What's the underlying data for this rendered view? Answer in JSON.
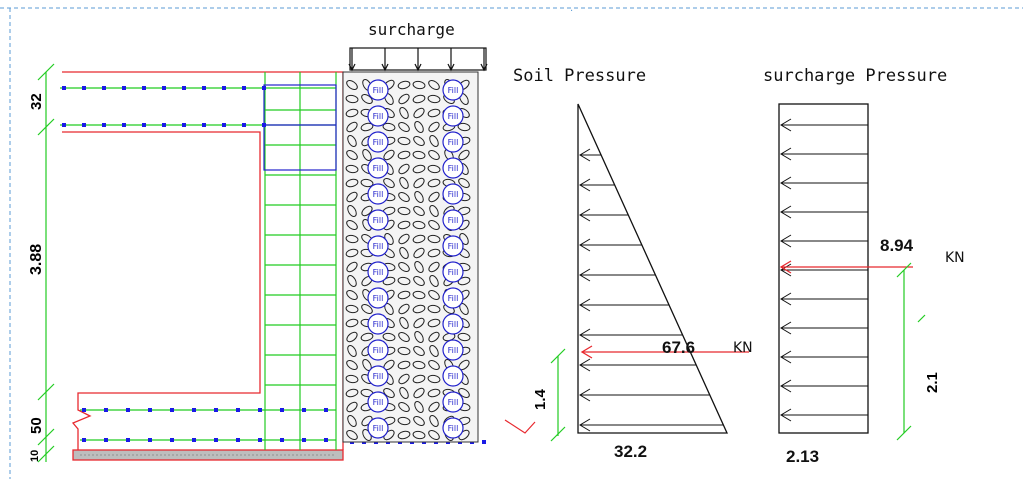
{
  "labels": {
    "surcharge": "surcharge",
    "soil_pressure_title": "Soil Pressure",
    "surcharge_pressure_title": "surcharge Pressure",
    "fill_tag": "Fill"
  },
  "dimensions": {
    "top_slab": "32",
    "wall_height": "3.88",
    "base_slab": "50",
    "blinding": "10"
  },
  "soil_pressure": {
    "resultant": "67.6",
    "unit": "KN",
    "lever_arm": "1.4",
    "base_value": "32.2"
  },
  "surcharge_pressure": {
    "resultant": "8.94",
    "unit": "KN",
    "lever_arm": "2.1",
    "base_value": "2.13"
  },
  "colors": {
    "concrete_outline": "#e8292f",
    "reinforcement": "#22cc22",
    "rebar_dots": "#1a1ae6",
    "dimension_line": "#22cc22",
    "frame_dash": "#5b9bd5",
    "hatch": "#333333"
  }
}
